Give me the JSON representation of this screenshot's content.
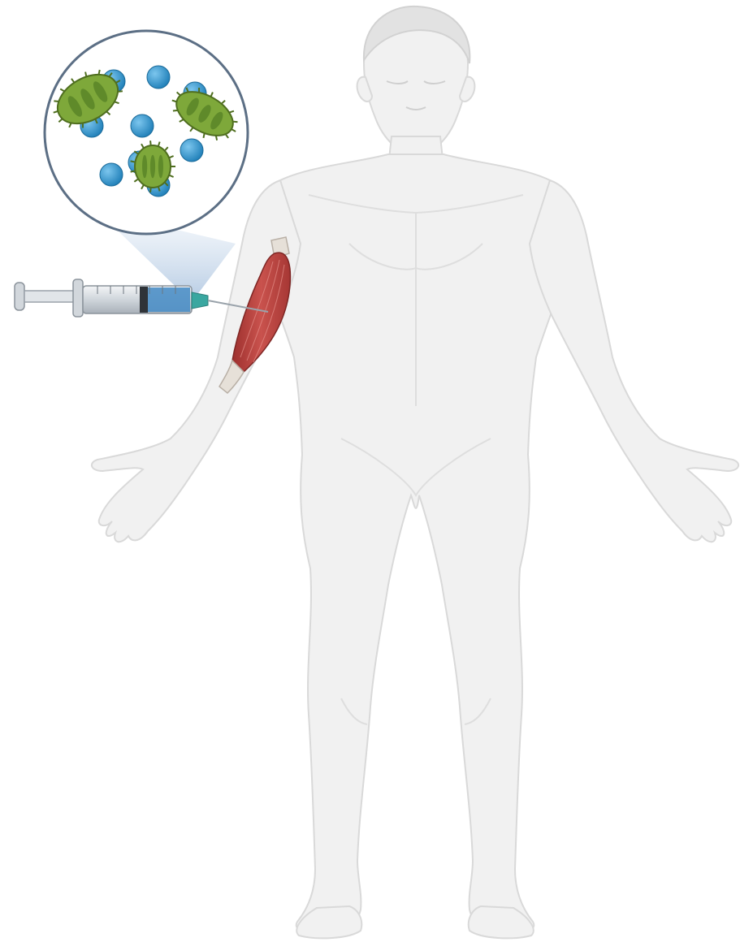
{
  "illustration": {
    "subject": "human-body-front-view",
    "elements": [
      "body-figure",
      "injection-site-muscle",
      "syringe",
      "magnified-vaccine-contents"
    ]
  },
  "magnifier": {
    "particle_count": 9,
    "pathogen_count": 3,
    "particle_color": "#2e9ad0",
    "pathogen_color": "#7ea83a"
  },
  "colors": {
    "body_fill": "#f1f1f1",
    "body_stroke": "#dcdcdc",
    "muscle": "#b8423f",
    "tendon": "#e6e0d8",
    "syringe_barrel": "#d9dde2",
    "syringe_liquid": "#4d8fc6",
    "needle": "#9aa3ab",
    "magnifier_ring": "#5c6f85"
  }
}
